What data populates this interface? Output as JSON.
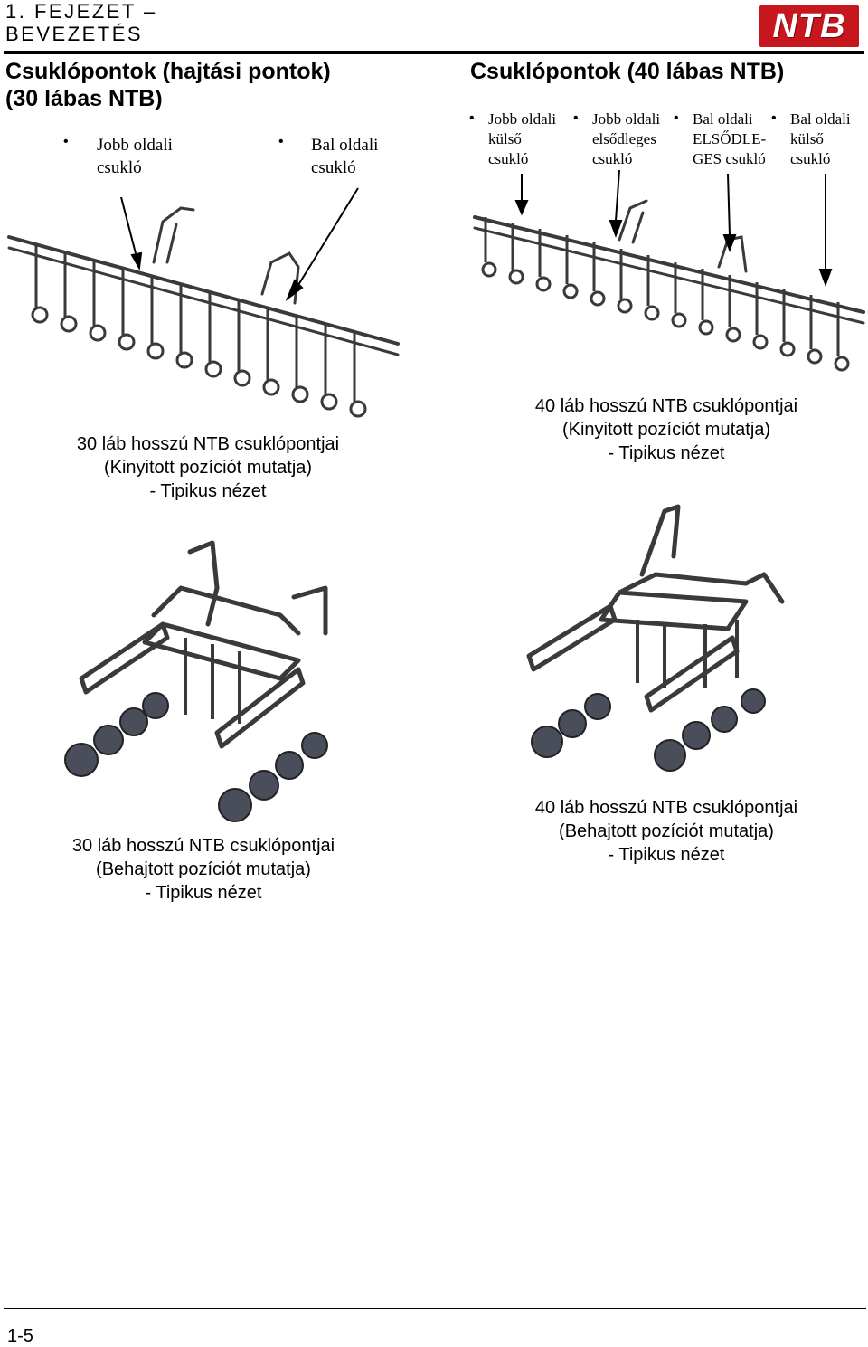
{
  "header": {
    "chapter_line1": "1. FEJEZET –",
    "chapter_line2": "BEVEZETÉS",
    "logo_text": "NTB"
  },
  "left_section": {
    "title_line1": "Csuklópontok (hajtási pontok)",
    "title_line2": "(30 lábas NTB)",
    "bullets": [
      {
        "line1": "Jobb oldali",
        "line2": "csukló"
      },
      {
        "line1": "Bal oldali",
        "line2": "csukló"
      }
    ]
  },
  "right_section": {
    "title": "Csuklópontok (40 lábas NTB)",
    "bullets": [
      {
        "line1": "Jobb oldali",
        "line2": "külső",
        "line3": "csukló"
      },
      {
        "line1": "Jobb oldali",
        "line2": "elsődleges",
        "line3": "csukló"
      },
      {
        "line1": "Bal oldali",
        "line2": "ELSŐDLE-",
        "line3": "GES csukló"
      },
      {
        "line1": "Bal oldali",
        "line2": "külső",
        "line3": "csukló"
      }
    ]
  },
  "captions": {
    "c30_open": "30 láb hosszú NTB csuklópontjai\n(Kinyitott pozíciót mutatja)\n- Tipikus nézet",
    "c40_open": "40 láb hosszú NTB csuklópontjai\n(Kinyitott pozíciót mutatja)\n- Tipikus nézet",
    "c30_folded": "30 láb hosszú NTB csuklópontjai\n(Behajtott pozíciót mutatja)\n- Tipikus nézet",
    "c40_folded": "40 láb hosszú NTB csuklópontjai\n(Behajtott pozíciót mutatja)\n- Tipikus nézet"
  },
  "footer": {
    "page_number": "1-5"
  },
  "colors": {
    "logo_red": "#c8161e",
    "machine_dark": "#3a3a3a"
  }
}
